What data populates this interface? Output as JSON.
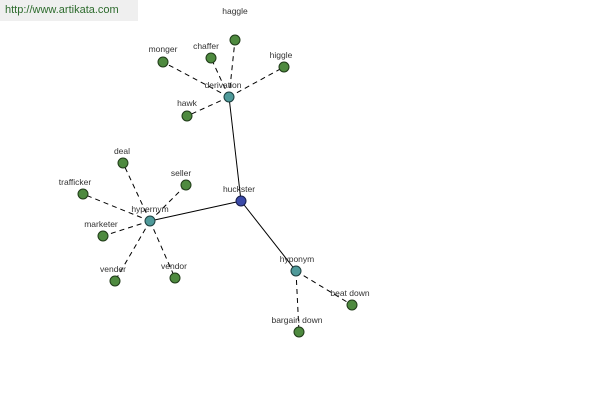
{
  "watermark": "http://www.artikata.com",
  "colors": {
    "term": "#4e8a3f",
    "hub": "#4f9a9a",
    "root": "#3b4aa8"
  },
  "graph": {
    "nodes": [
      {
        "id": "huckster",
        "label": "huckster",
        "kind": "root"
      },
      {
        "id": "derivation",
        "label": "derivation",
        "kind": "hub"
      },
      {
        "id": "hypernym",
        "label": "hypernym",
        "kind": "hub"
      },
      {
        "id": "hyponym",
        "label": "hyponym",
        "kind": "hub"
      },
      {
        "id": "haggle",
        "label": "haggle",
        "kind": "term"
      },
      {
        "id": "chaffer",
        "label": "chaffer",
        "kind": "term"
      },
      {
        "id": "monger",
        "label": "monger",
        "kind": "term"
      },
      {
        "id": "higgle",
        "label": "higgle",
        "kind": "term"
      },
      {
        "id": "hawk",
        "label": "hawk",
        "kind": "term"
      },
      {
        "id": "deal",
        "label": "deal",
        "kind": "term"
      },
      {
        "id": "seller",
        "label": "seller",
        "kind": "term"
      },
      {
        "id": "trafficker",
        "label": "trafficker",
        "kind": "term"
      },
      {
        "id": "marketer",
        "label": "marketer",
        "kind": "term"
      },
      {
        "id": "vender",
        "label": "vender",
        "kind": "term"
      },
      {
        "id": "vendor",
        "label": "vendor",
        "kind": "term"
      },
      {
        "id": "beat-down",
        "label": "beat down",
        "kind": "term"
      },
      {
        "id": "bargain-down",
        "label": "bargain down",
        "kind": "term"
      }
    ],
    "edges": [
      {
        "from": "huckster",
        "to": "derivation",
        "style": "solid"
      },
      {
        "from": "huckster",
        "to": "hypernym",
        "style": "solid"
      },
      {
        "from": "huckster",
        "to": "hyponym",
        "style": "solid"
      },
      {
        "from": "derivation",
        "to": "haggle",
        "style": "dashed"
      },
      {
        "from": "derivation",
        "to": "chaffer",
        "style": "dashed"
      },
      {
        "from": "derivation",
        "to": "monger",
        "style": "dashed"
      },
      {
        "from": "derivation",
        "to": "higgle",
        "style": "dashed"
      },
      {
        "from": "derivation",
        "to": "hawk",
        "style": "dashed"
      },
      {
        "from": "hypernym",
        "to": "deal",
        "style": "dashed"
      },
      {
        "from": "hypernym",
        "to": "seller",
        "style": "dashed"
      },
      {
        "from": "hypernym",
        "to": "trafficker",
        "style": "dashed"
      },
      {
        "from": "hypernym",
        "to": "marketer",
        "style": "dashed"
      },
      {
        "from": "hypernym",
        "to": "vender",
        "style": "dashed"
      },
      {
        "from": "hypernym",
        "to": "vendor",
        "style": "dashed"
      },
      {
        "from": "hyponym",
        "to": "beat-down",
        "style": "dashed"
      },
      {
        "from": "hyponym",
        "to": "bargain-down",
        "style": "dashed"
      }
    ]
  }
}
